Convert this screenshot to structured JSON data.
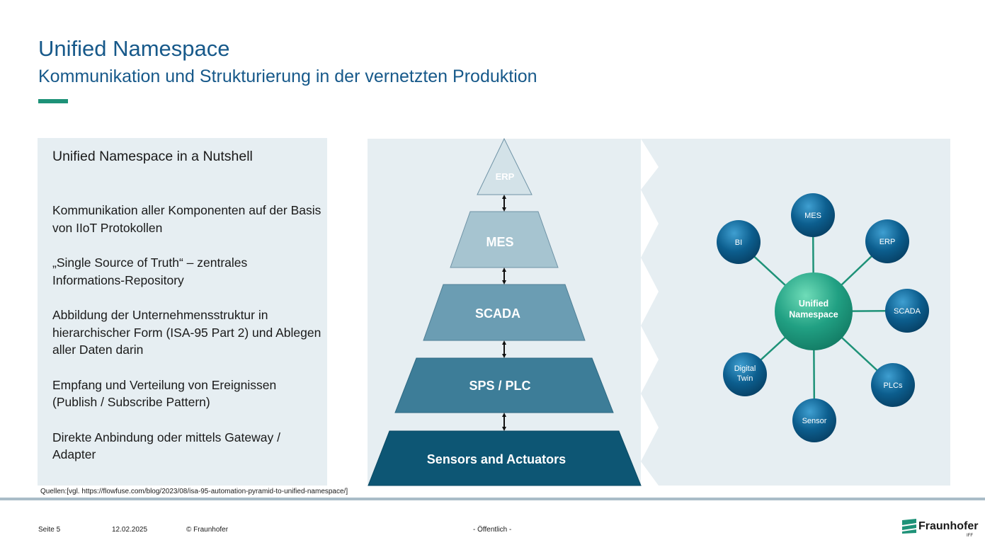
{
  "header": {
    "title": "Unified Namespace",
    "subtitle": "Kommunikation und Strukturierung in der vernetzten Produktion"
  },
  "left_panel": {
    "title": "Unified Namespace in a Nutshell",
    "bullets": [
      "Kommunikation aller Komponenten auf der Basis von IIoT Protokollen",
      "„Single Source of Truth“ – zentrales Informations-Repository",
      "Abbildung der Unternehmensstruktur in hierarchischer Form (ISA-95 Part 2) und Ablegen aller Daten darin",
      "Empfang und Verteilung von Ereignissen (Publish / Subscribe Pattern)",
      "Direkte Anbindung oder mittels Gateway / Adapter"
    ]
  },
  "pyramid": {
    "levels": [
      "ERP",
      "MES",
      "SCADA",
      "SPS / PLC",
      "Sensors and Actuators"
    ]
  },
  "namespace": {
    "hub": "Unified Namespace",
    "nodes": [
      "MES",
      "BI",
      "ERP",
      "SCADA",
      "Digital Twin",
      "PLCs",
      "Sensor"
    ]
  },
  "source": "Quellen:[vgl. https://flowfuse.com/blog/2023/08/isa-95-automation-pyramid-to-unified-namespace/]",
  "footer": {
    "page": "Seite 5",
    "date": "12.02.2025",
    "copyright": "© Fraunhofer",
    "classification": "- Öffentlich -",
    "logo_name": "Fraunhofer",
    "logo_sub": "IFF"
  },
  "colors": {
    "title": "#17598a",
    "accent": "#1e9278",
    "panel_bg": "#e6eef2",
    "pyramid": [
      "#d3e2e8",
      "#a6c4d0",
      "#6b9db3",
      "#3d7d98",
      "#0d5674"
    ],
    "node": "#0c5e8e",
    "hub": "#21a083"
  }
}
